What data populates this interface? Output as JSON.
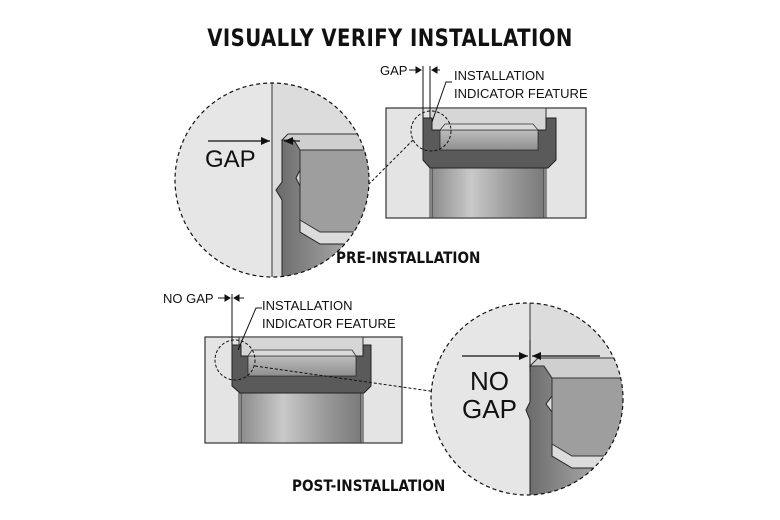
{
  "title": "VISUALLY VERIFY INSTALLATION",
  "pre": {
    "caption": "PRE-INSTALLATION",
    "gap_label": "GAP",
    "indicator_line1": "INSTALLATION",
    "indicator_line2": "INDICATOR FEATURE",
    "zoom_label": "GAP"
  },
  "post": {
    "caption": "POST-INSTALLATION",
    "gap_label": "NO GAP",
    "indicator_line1": "INSTALLATION",
    "indicator_line2": "INDICATOR FEATURE",
    "zoom_label_line1": "NO",
    "zoom_label_line2": "GAP"
  },
  "colors": {
    "block": "#e3e3e3",
    "fitting_dark": "#5a5a5a",
    "fitting_mid": "#8a8a8a",
    "fitting_light": "#cfcfcf",
    "tube": "#a8a8a8",
    "line": "#111111"
  }
}
